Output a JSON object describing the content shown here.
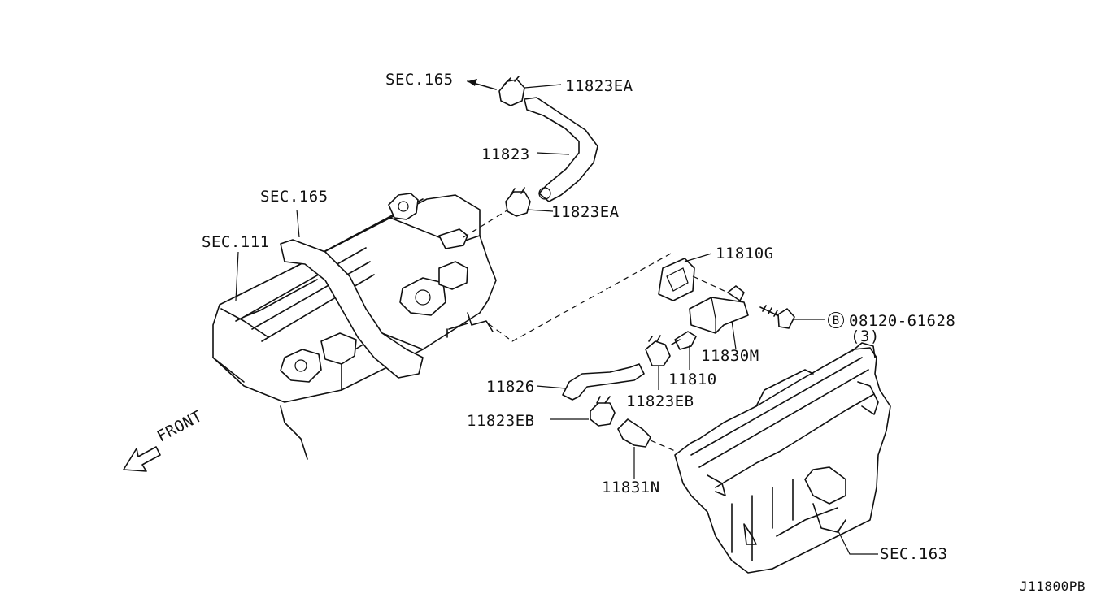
{
  "labels": {
    "sec165_top": "SEC.165",
    "p11823ea_top": "11823EA",
    "p11823": "11823",
    "sec165_mid": "SEC.165",
    "p11823ea_mid": "11823EA",
    "sec111": "SEC.111",
    "p11810g": "11810G",
    "bolt_code": "08120-61628",
    "bolt_qty": "(3)",
    "bolt_marker": "B",
    "p11830m": "11830M",
    "p11810": "11810",
    "p11826": "11826",
    "p11823eb_right": "11823EB",
    "p11823eb_left": "11823EB",
    "p11831n": "11831N",
    "front": "FRONT",
    "sec163": "SEC.163",
    "diagram_code": "J11800PB"
  }
}
